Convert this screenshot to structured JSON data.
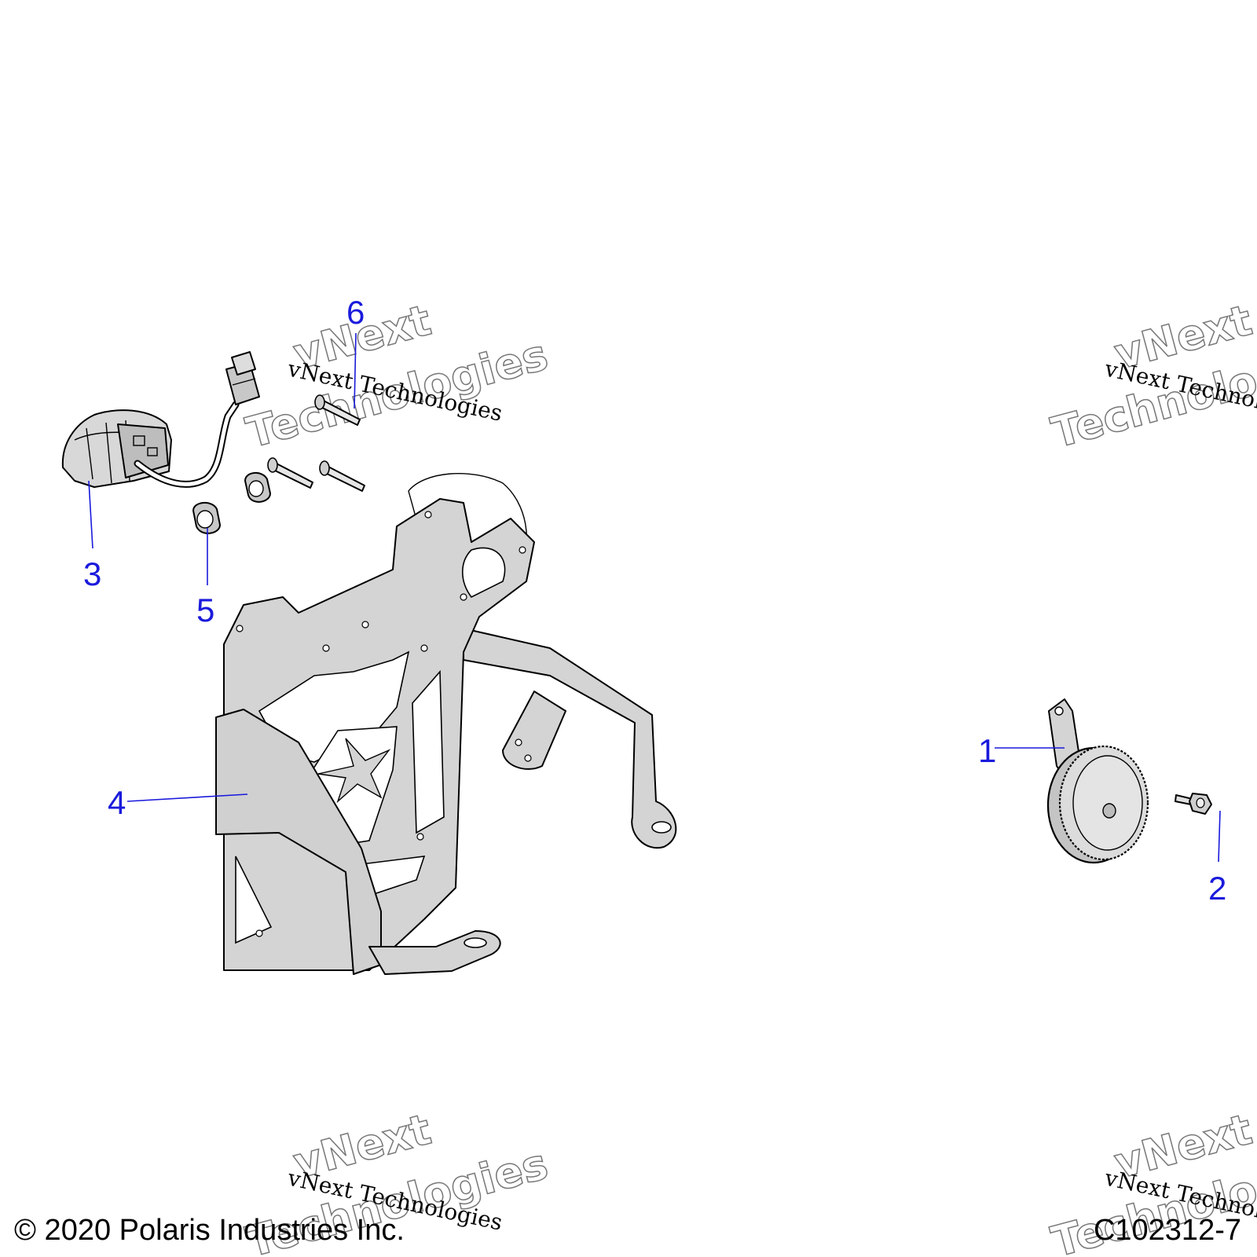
{
  "callouts": [
    {
      "label": "1"
    },
    {
      "label": "2"
    },
    {
      "label": "3"
    },
    {
      "label": "4"
    },
    {
      "label": "5"
    },
    {
      "label": "6"
    }
  ],
  "watermark": {
    "line_small": "vNext Technologies",
    "big_line1": "vNext",
    "big_line2": "Technologies"
  },
  "footer": {
    "copyright": "© 2020 Polaris Industries Inc.",
    "figure_id": "C102312-7"
  },
  "colors": {
    "callout": "#1a1adc",
    "part_fill": "#d4d4d4",
    "outline": "#000000"
  }
}
